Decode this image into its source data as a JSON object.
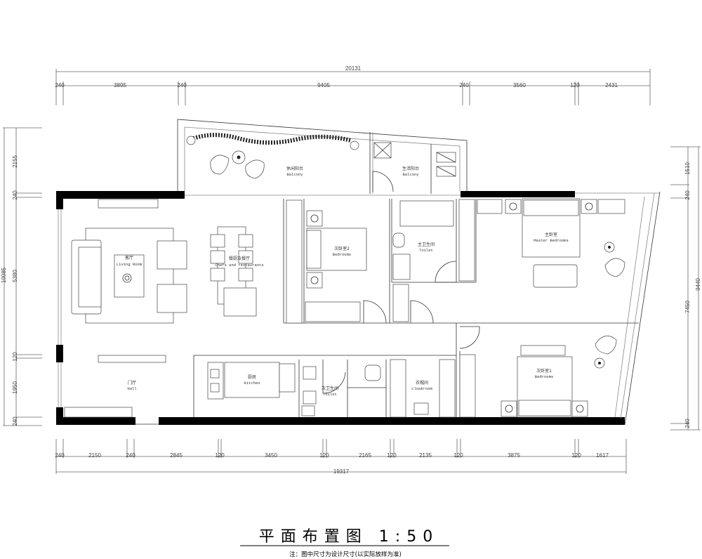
{
  "dimensions": {
    "top_total": "20131",
    "top_segments": [
      "240",
      "3895",
      "240",
      "9405",
      "240",
      "3560",
      "120",
      "2431"
    ],
    "bottom_total": "19317",
    "bottom_segments": [
      "240",
      "2150",
      "240",
      "2845",
      "120",
      "3450",
      "120",
      "2165",
      "120",
      "2135",
      "120",
      "3875",
      "120",
      "1617"
    ],
    "left_total": "10085",
    "left_segments": [
      "2155",
      "240",
      "5380",
      "120",
      "1950",
      "240"
    ],
    "right_total": "9440",
    "right_segments": [
      "1510",
      "240",
      "7450",
      "240"
    ]
  },
  "rooms": [
    {
      "cn": "休闲阳台",
      "en": "Balcony"
    },
    {
      "cn": "生活阳台",
      "en": "Balcony"
    },
    {
      "cn": "客厅",
      "en": "Living Room"
    },
    {
      "cn": "餐厨及餐厅",
      "en": "Chefs and restaurants"
    },
    {
      "cn": "次卧室2",
      "en": "Bedrooms"
    },
    {
      "cn": "主卫生间",
      "en": "Toilet"
    },
    {
      "cn": "主卧室",
      "en": "Master Bedrooms"
    },
    {
      "cn": "次卧室1",
      "en": "Bedrooms"
    },
    {
      "cn": "门厅",
      "en": "Hall"
    },
    {
      "cn": "厨房",
      "en": "Kitchen"
    },
    {
      "cn": "次卫生间",
      "en": "Toilet"
    },
    {
      "cn": "衣帽间",
      "en": "cloakroom"
    }
  ],
  "title": "平面布置图 1:50",
  "note": "注：图中尺寸为设计尺寸(以实际放样为准)"
}
